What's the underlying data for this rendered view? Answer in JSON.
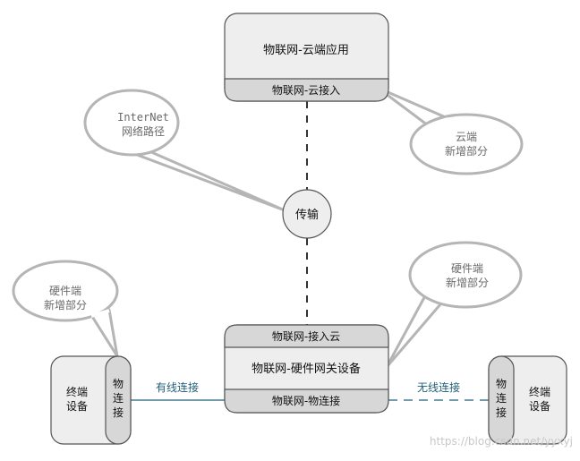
{
  "cloud_app": {
    "title": "物联网-云端应用",
    "access": "物联网-云接入"
  },
  "transport": {
    "label": "传输"
  },
  "callout_internet": {
    "line1": "InterNet",
    "line2": "网络路径"
  },
  "callout_cloud": {
    "line1": "云端",
    "line2": "新增部分"
  },
  "callout_hw_right": {
    "line1": "硬件端",
    "line2": "新增部分"
  },
  "callout_hw_left": {
    "line1": "硬件端",
    "line2": "新增部分"
  },
  "gateway": {
    "top": "物联网-接入云",
    "middle": "物联网-硬件网关设备",
    "bottom": "物联网-物连接"
  },
  "left_device": {
    "connect_label": [
      "物",
      "连",
      "接"
    ],
    "terminal_label": [
      "终端",
      "设备"
    ]
  },
  "right_device": {
    "connect_label": [
      "物",
      "连",
      "接"
    ],
    "terminal_label": [
      "终端",
      "设备"
    ]
  },
  "links": {
    "wired": "有线连接",
    "wireless": "无线连接"
  },
  "watermark": "https://blog.csdn.net/yyxyj",
  "colors": {
    "box_fill": "#eeeeee",
    "band_fill": "#d7d7d7",
    "stroke": "#555555",
    "link_color": "#1f5f7a",
    "callout_stroke": "#b5b5b5"
  }
}
